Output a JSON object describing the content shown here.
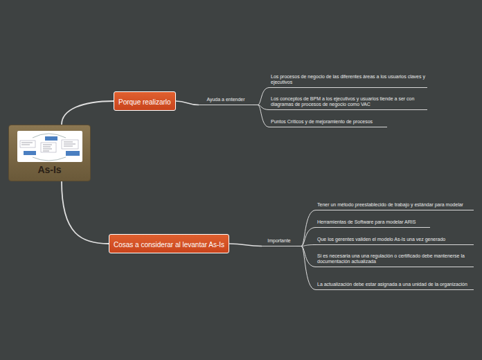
{
  "diagram": {
    "nodes": [
      {
        "text": [
          "As-Is"
        ]
      },
      {
        "text": [
          "Porque realizarlo"
        ]
      },
      {
        "text": [
          "Ayuda a entender"
        ]
      },
      {
        "text": [
          "Los procesos de negocio de las diferentes áreas a los usuarios claves y ejecutivos"
        ]
      },
      {
        "text": [
          "Los conceptos de BPM a los ejecutivos y usuarios tiende a ser con diagramas de procesos de negocio como VAC"
        ]
      },
      {
        "text": [
          "Puntos Críticos y de mejoramiento de procesos"
        ]
      },
      {
        "text": [
          "Cosas a considerar al levantar As-Is"
        ]
      },
      {
        "text": [
          "Importante"
        ]
      },
      {
        "text": [
          "Tener un método preestablecido de trabajo y estándar para modelar"
        ]
      },
      {
        "text": [
          "Herramientas de Software para modelar ARIS"
        ]
      },
      {
        "text": [
          "Que los gerentes validen el modelo As-Is una vez generado"
        ]
      },
      {
        "text": [
          "Si es necesaria una una regulación o certificado debe mantenerse la documentación actualizada"
        ]
      },
      {
        "text": [
          "La actualización debe estar asignada a una unidad de la organización"
        ]
      }
    ],
    "edges": [
      {
        "from": 0,
        "to": 1,
        "arrow": "none"
      },
      {
        "from": 1,
        "to": 2,
        "arrow": "none"
      },
      {
        "from": 2,
        "to": 3,
        "arrow": "none"
      },
      {
        "from": 2,
        "to": 4,
        "arrow": "none"
      },
      {
        "from": 2,
        "to": 5,
        "arrow": "none"
      },
      {
        "from": 0,
        "to": 6,
        "arrow": "none"
      },
      {
        "from": 6,
        "to": 7,
        "arrow": "none"
      },
      {
        "from": 7,
        "to": 8,
        "arrow": "none"
      },
      {
        "from": 7,
        "to": 9,
        "arrow": "none"
      },
      {
        "from": 7,
        "to": 10,
        "arrow": "none"
      },
      {
        "from": 7,
        "to": 11,
        "arrow": "none"
      },
      {
        "from": 7,
        "to": 12,
        "arrow": "none"
      }
    ]
  }
}
